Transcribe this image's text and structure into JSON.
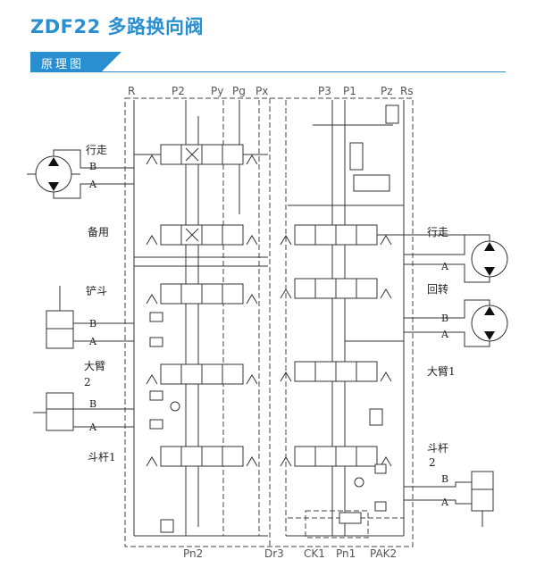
{
  "header": {
    "title": "ZDF22 多路换向阀",
    "section_tag": "原理图"
  },
  "ports_top": [
    "R",
    "P2",
    "Py",
    "Pg",
    "Px",
    "P3",
    "P1",
    "Pz",
    "Rs"
  ],
  "ports_bottom": [
    "Pn2",
    "Dr3",
    "CK1",
    "Pn1",
    "PAK2"
  ],
  "sections_left": [
    {
      "label": "行走",
      "label2": "",
      "a": "A",
      "b": "B"
    },
    {
      "label": "备用",
      "label2": "",
      "a": "",
      "b": ""
    },
    {
      "label": "铲斗",
      "label2": "",
      "a": "A",
      "b": "B"
    },
    {
      "label": "大臂",
      "label2": "2",
      "a": "A",
      "b": "B"
    },
    {
      "label": "斗杆1",
      "label2": "",
      "a": "",
      "b": ""
    }
  ],
  "sections_right": [
    {
      "label": "行走",
      "label2": "",
      "a": "A",
      "b": ""
    },
    {
      "label": "回转",
      "label2": "",
      "a": "A",
      "b": "B"
    },
    {
      "label": "大臂1",
      "label2": "",
      "a": "",
      "b": ""
    },
    {
      "label": "斗杆",
      "label2": "2",
      "a": "A",
      "b": "B"
    }
  ],
  "colors": {
    "accent": "#2a8fd1",
    "line": "#333333"
  }
}
